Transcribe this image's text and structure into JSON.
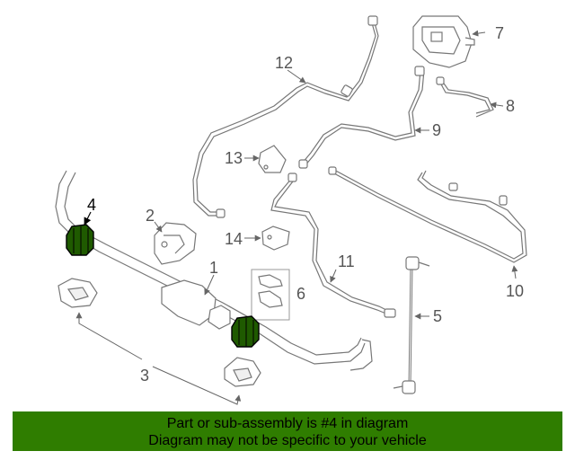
{
  "labels": {
    "l1": "1",
    "l2": "2",
    "l3": "3",
    "l4": "4",
    "l5": "5",
    "l6": "6",
    "l7": "7",
    "l8": "8",
    "l9": "9",
    "l10": "10",
    "l11": "11",
    "l12": "12",
    "l13": "13",
    "l14": "14"
  },
  "highlight_color": "#1f5a00",
  "banner": {
    "line1": "Part or sub-assembly is #4 in diagram",
    "line2": "Diagram may not be specific to your vehicle",
    "background": "#2f7d00"
  }
}
